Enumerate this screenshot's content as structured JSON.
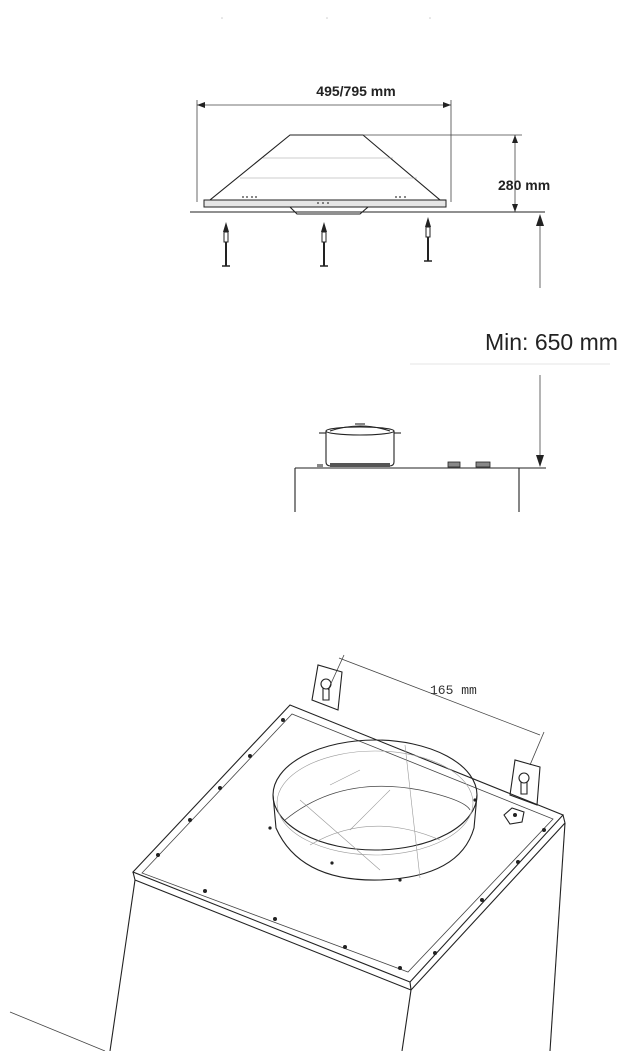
{
  "hood_diagram": {
    "width_label": "495/795 mm",
    "height_label": "280 mm",
    "min_clearance_label": "Min: 650 mm"
  },
  "bracket_diagram": {
    "spacing_label": "165 mm"
  }
}
